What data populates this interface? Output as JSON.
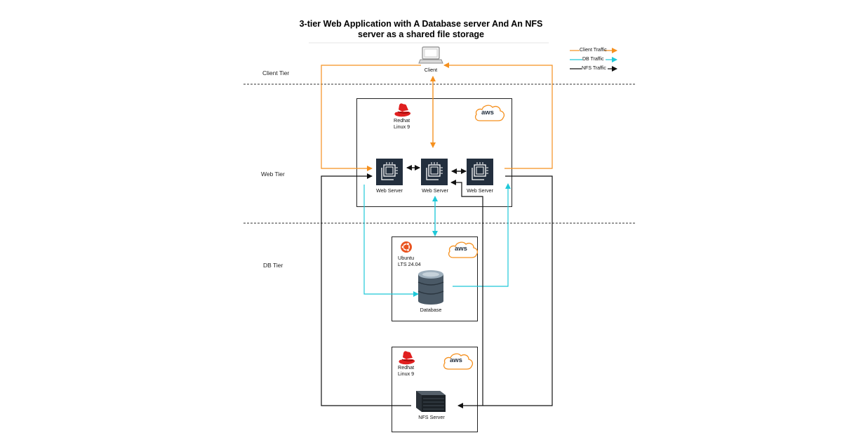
{
  "title_line1": "3-tier Web Application with A Database server And An NFS",
  "title_line2": "server as a shared file storage",
  "tiers": {
    "client": "Client Tier",
    "web": "Web Tier",
    "db": "DB Tier"
  },
  "client": {
    "label": "Client"
  },
  "web_group": {
    "os_line1": "Redhat",
    "os_line2": "Linux 9",
    "cloud": "aws"
  },
  "web_servers": [
    "Web Server",
    "Web Server",
    "Web Server"
  ],
  "db_group": {
    "os_line1": "Ubuntu",
    "os_line2": "LTS 24.04",
    "cloud": "aws",
    "label": "Database"
  },
  "nfs_group": {
    "os_line1": "Redhat",
    "os_line2": "Linux 9",
    "cloud": "aws",
    "label": "NFS Server"
  },
  "legend": [
    {
      "label": "Client Traffic",
      "color": "#F5901E"
    },
    {
      "label": "DB Traffic",
      "color": "#1FC8D8"
    },
    {
      "label": "NFS Traffic",
      "color": "#111111"
    }
  ],
  "colors": {
    "client": "#F5901E",
    "db": "#1FC8D8",
    "nfs": "#111111",
    "redhat": "#E01F1F",
    "ubuntu": "#E95420",
    "aws": "#F5901E",
    "ec2": "#232F3E"
  }
}
